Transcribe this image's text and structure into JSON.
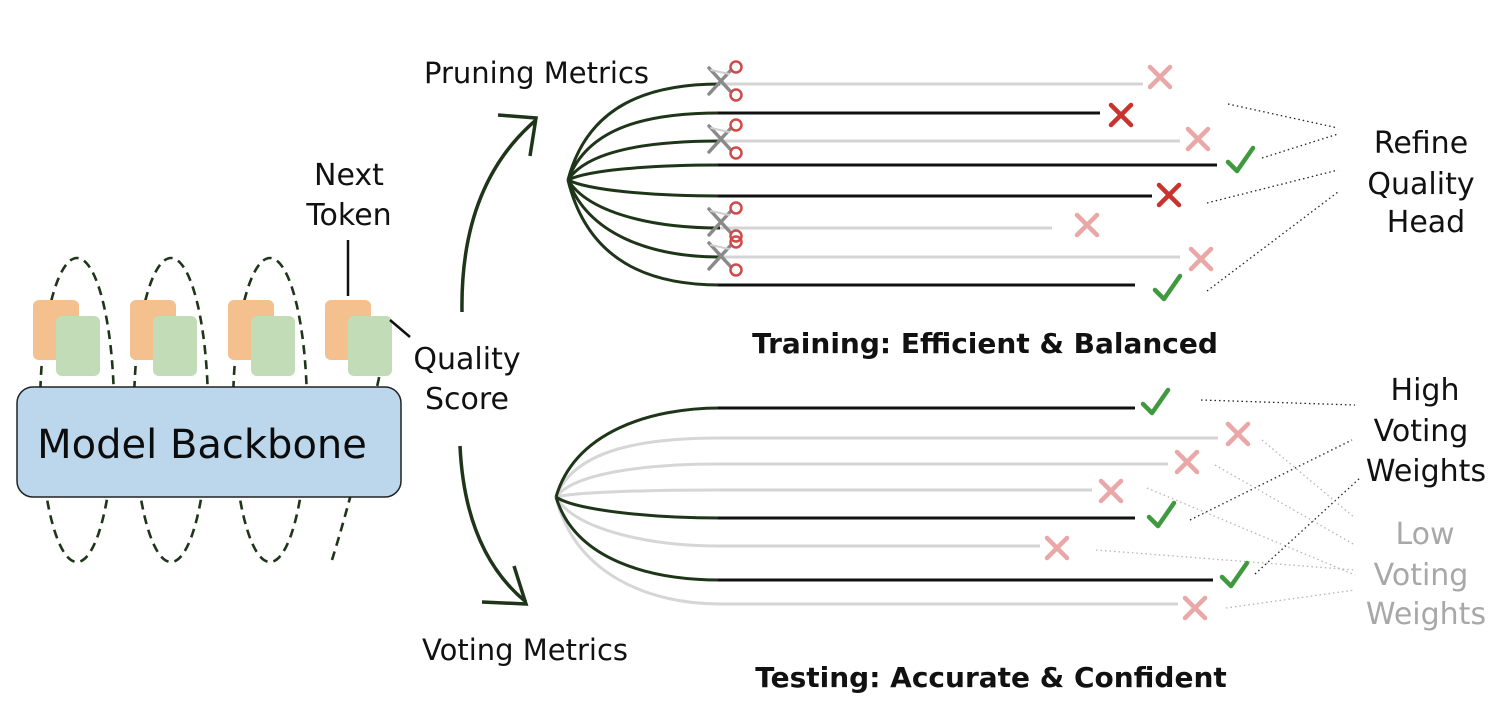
{
  "labels": {
    "model_backbone": "Model Backbone",
    "next_token": [
      "Next",
      "Token"
    ],
    "quality_score": [
      "Quality",
      "Score"
    ],
    "pruning_metrics": "Pruning Metrics",
    "voting_metrics": "Voting Metrics",
    "training_caption": "Training: Efficient & Balanced",
    "testing_caption": "Testing: Accurate & Confident",
    "refine_quality_head": [
      "Refine",
      "Quality",
      "Head"
    ],
    "high_voting_weights": [
      "High",
      "Voting",
      "Weights"
    ],
    "low_voting_weights": [
      "Low",
      "Voting",
      "Weights"
    ]
  },
  "colors": {
    "backbone_fill": "#bcd6ec",
    "token_orange": "#f3c08e",
    "token_green": "#c3dcb8",
    "dark_green": "#1e3519",
    "check_green": "#3f9a3f",
    "cross_red": "#c8322f",
    "cross_faded": "#eaa7a7",
    "faded_gray": "#d4d4d4"
  },
  "icons": {
    "pruned": "scissors-icon",
    "correct": "check-icon",
    "wrong": "cross-icon"
  },
  "training_paths": [
    {
      "name": "path-1",
      "kept": false,
      "outcome": "wrong",
      "pruned": true
    },
    {
      "name": "path-2",
      "kept": true,
      "outcome": "wrong",
      "pruned": false
    },
    {
      "name": "path-3",
      "kept": false,
      "outcome": "wrong",
      "pruned": true
    },
    {
      "name": "path-4",
      "kept": true,
      "outcome": "correct",
      "pruned": false
    },
    {
      "name": "path-5",
      "kept": true,
      "outcome": "wrong",
      "pruned": false
    },
    {
      "name": "path-6",
      "kept": false,
      "outcome": "wrong",
      "pruned": true
    },
    {
      "name": "path-7",
      "kept": false,
      "outcome": "wrong",
      "pruned": true
    },
    {
      "name": "path-8",
      "kept": true,
      "outcome": "correct",
      "pruned": false
    }
  ],
  "testing_paths": [
    {
      "name": "path-1",
      "weight": "high",
      "outcome": "correct"
    },
    {
      "name": "path-2",
      "weight": "low",
      "outcome": "wrong"
    },
    {
      "name": "path-3",
      "weight": "low",
      "outcome": "wrong"
    },
    {
      "name": "path-4",
      "weight": "low",
      "outcome": "wrong"
    },
    {
      "name": "path-5",
      "weight": "high",
      "outcome": "correct"
    },
    {
      "name": "path-6",
      "weight": "low",
      "outcome": "wrong"
    },
    {
      "name": "path-7",
      "weight": "high",
      "outcome": "correct"
    },
    {
      "name": "path-8",
      "weight": "low",
      "outcome": "wrong"
    }
  ]
}
